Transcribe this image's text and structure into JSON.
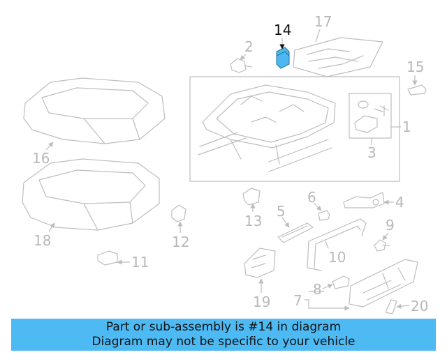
{
  "colors": {
    "highlight": "#4db8f0",
    "banner_bg": "#4dbaf4",
    "part_stroke": "#bdbdbd",
    "label_gray": "#b8b8b8",
    "label_highlight": "#111111"
  },
  "callouts": {
    "c1": "1",
    "c2": "2",
    "c3": "3",
    "c4": "4",
    "c5": "5",
    "c6": "6",
    "c7": "7",
    "c8": "8",
    "c9": "9",
    "c10": "10",
    "c11": "11",
    "c12": "12",
    "c13": "13",
    "c14": "14",
    "c15": "15",
    "c16": "16",
    "c17": "17",
    "c18": "18",
    "c19": "19",
    "c20": "20"
  },
  "highlighted_part": "14",
  "banner": {
    "line1": "Part or sub-assembly is #14 in diagram",
    "line2": "Diagram may not be specific to your vehicle"
  }
}
